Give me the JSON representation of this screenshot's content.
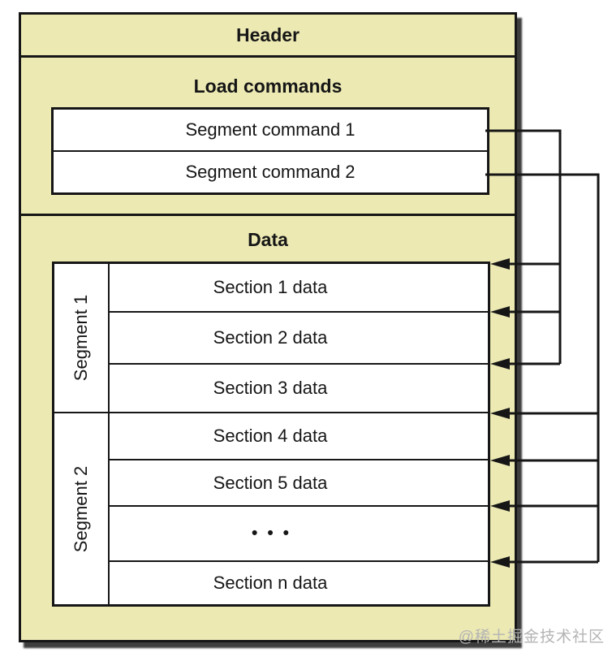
{
  "diagram": {
    "header": "Header",
    "load_commands": {
      "title": "Load commands",
      "commands": [
        "Segment command 1",
        "Segment command 2"
      ]
    },
    "data": {
      "title": "Data",
      "segments": [
        {
          "label": "Segment 1",
          "sections": [
            "Section 1 data",
            "Section 2 data",
            "Section 3 data"
          ]
        },
        {
          "label": "Segment 2",
          "sections": [
            "Section 4 data",
            "Section 5 data",
            "•••",
            "Section n data"
          ]
        }
      ]
    },
    "connections": [
      {
        "from": "Segment command 1",
        "to": [
          "Section 1 data",
          "Section 2 data",
          "Section 3 data"
        ]
      },
      {
        "from": "Segment command 2",
        "to": [
          "Section 4 data",
          "Section 5 data",
          "•••",
          "Section n data"
        ]
      }
    ],
    "colors": {
      "box_fill": "#ece9b3",
      "row_fill": "#ffffff",
      "border": "#161616",
      "shadow": "#3e3e3e",
      "watermark_text": "#b4b4b4"
    }
  },
  "watermark": "@稀土掘金技术社区"
}
